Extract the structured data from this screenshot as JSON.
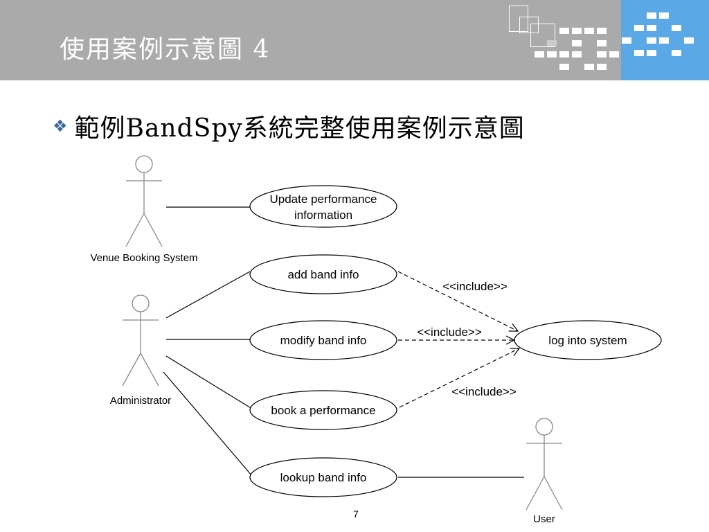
{
  "header": {
    "title": "使用案例示意圖 4"
  },
  "bullet": {
    "icon": "diamond-cluster-icon",
    "text": "範例BandSpy系統完整使用案例示意圖"
  },
  "diagram": {
    "actors": {
      "venue": "Venue Booking System",
      "admin": "Administrator",
      "user": "User"
    },
    "usecases": {
      "update_line1": "Update performance",
      "update_line2": "information",
      "add": "add band info",
      "modify": "modify band info",
      "book": "book a performance",
      "lookup": "lookup band info",
      "login": "log into system"
    },
    "relations": {
      "include_add": "<<include>>",
      "include_modify": "<<include>>",
      "include_book": "<<include>>"
    }
  },
  "footer": {
    "page_number": "7"
  },
  "colors": {
    "header_bg": "#aaaaaa",
    "accent_blue": "#5aa8e6",
    "bullet_icon": "#3a6a9c"
  }
}
